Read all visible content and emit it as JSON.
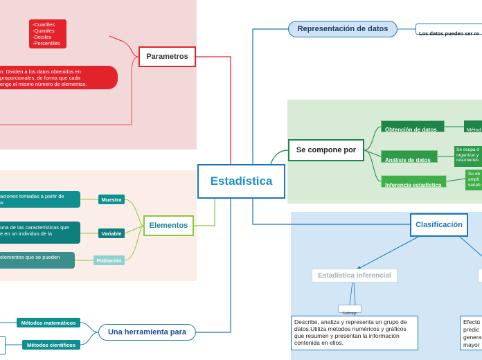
{
  "center": {
    "title": "Estadística"
  },
  "parametros": {
    "title": "Parametros",
    "list": [
      "-Cuartiles",
      "-Quintiles",
      "-Deciles",
      "-Percentiles"
    ],
    "definition": "n: Dividen a los datos obtenidos en\nproporcionales, de forma que cada\nenge el mismo número de elementos."
  },
  "representacion": {
    "title": "Representación de datos",
    "child": "Los datos pueden ser re"
  },
  "compone": {
    "title": "Se compone por",
    "items": [
      {
        "label": "Obtención de datos",
        "child": "Métod"
      },
      {
        "label": "Análisis de datos",
        "child": "Se ocupa d\norganizar y\nresúmenes"
      },
      {
        "label": "Inferencia estadística",
        "child": "Se ob\nampli\nvariab"
      }
    ]
  },
  "elementos": {
    "title": "Elementos",
    "items": [
      {
        "label": "Muestra",
        "text": "aciones tomadas a partir de\na."
      },
      {
        "label": "Variable",
        "text": "una de las características que\ne en un individuo de la"
      },
      {
        "label": "Población",
        "text": "elementos que se pueden"
      }
    ]
  },
  "clasificacion": {
    "title": "Clasificación",
    "inferencial": "Estadística inferencial",
    "subtopic": "Subtopic",
    "desc_left": "Describe, analiza y representa un grupo de datos.Utiliza métodos numéricos y gráficos que resumen y presentan la información contenida en ellos.",
    "desc_right": "Efectú\npredic\ngenera\nmayor"
  },
  "herramienta": {
    "title": "Una herramienta para",
    "items": [
      "Métodos matemáticos",
      "Métodos científicos"
    ]
  },
  "colors": {
    "red": "#e3232b",
    "green": "#1e8449",
    "blue": "#1b75bb",
    "olive": "#8cc63f",
    "teal": "#0f8f8f",
    "navy": "#1b4f9a"
  }
}
